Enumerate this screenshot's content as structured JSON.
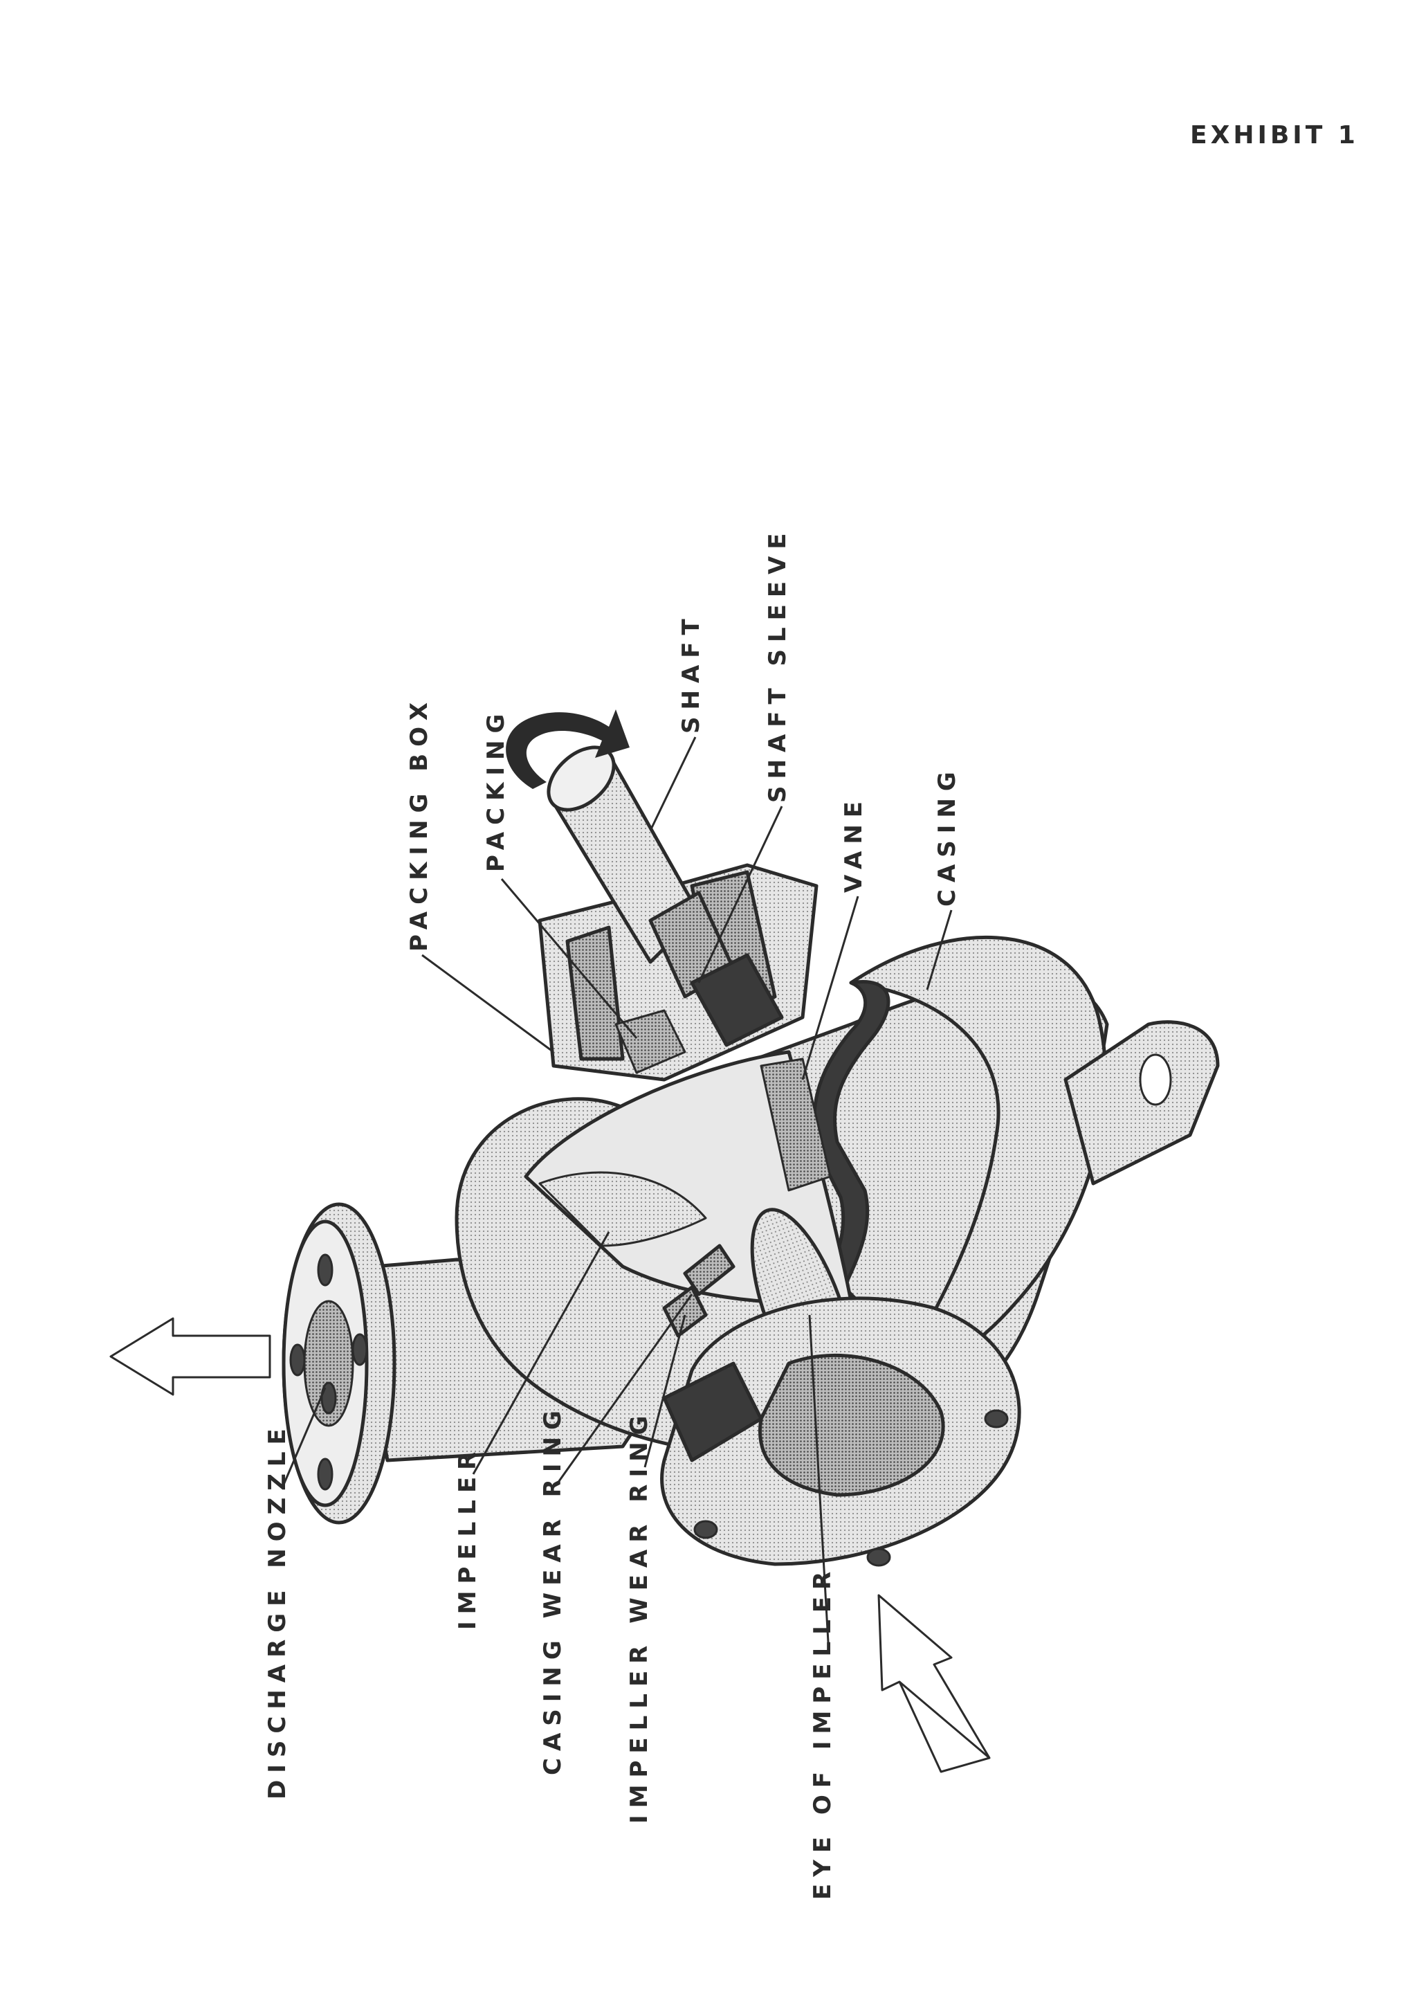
{
  "exhibit_title": "EXHIBIT 1",
  "labels": {
    "discharge_nozzle": "DISCHARGE NOZZLE",
    "impeller": "IMPELLER",
    "casing_wear_ring": "CASING WEAR RING",
    "impeller_wear_ring": "IMPELLER WEAR RING",
    "eye_of_impeller": "EYE OF IMPELLER",
    "packing_box": "PACKING BOX",
    "packing": "PACKING",
    "shaft": "SHAFT",
    "shaft_sleeve": "SHAFT SLEEVE",
    "vane": "VANE",
    "casing": "CASING"
  },
  "colors": {
    "ink": "#2b2b2b",
    "light_fill": "#d9d9d9",
    "mid_fill": "#bdbdbd",
    "dark_fill": "#6e6e6e",
    "section_fill": "#3a3a3a"
  }
}
